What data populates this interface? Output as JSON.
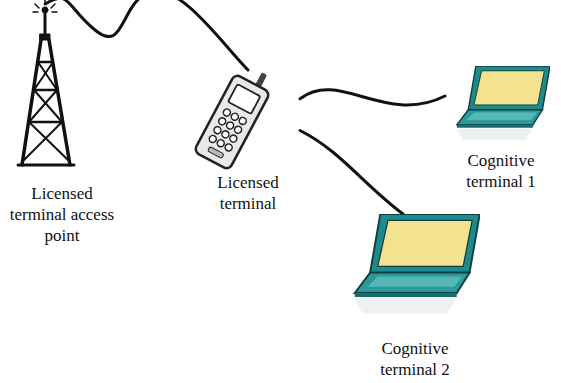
{
  "diagram": {
    "nodes": [
      {
        "text": [
          "Licensed terminal access point"
        ]
      },
      {
        "text": [
          "Licensed terminal"
        ]
      },
      {
        "text": [
          "Cognitive terminal 1"
        ]
      },
      {
        "text": [
          "Cognitive terminal 2"
        ]
      }
    ],
    "edges": [
      {
        "from": 0,
        "to": 1,
        "arrow": "none"
      },
      {
        "from": 1,
        "to": 2,
        "arrow": "none"
      },
      {
        "from": 1,
        "to": 3,
        "arrow": "none"
      }
    ]
  }
}
